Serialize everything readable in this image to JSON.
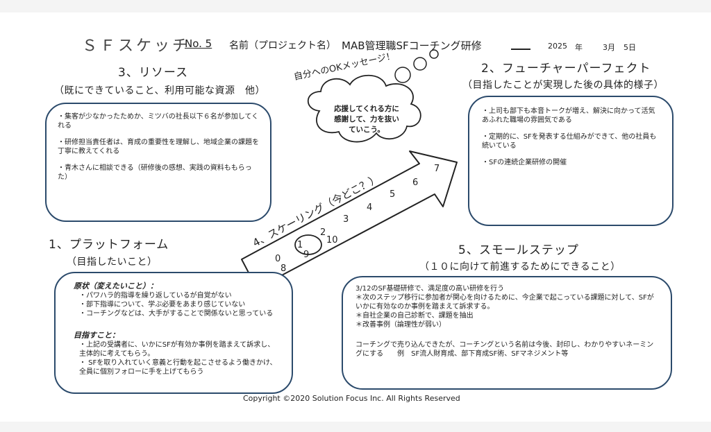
{
  "header": {
    "title": "ＳＦスケッチ",
    "number": "No. 5",
    "name_label": "名前（プロジェクト名）",
    "project_name": "MAB管理職SFコーチング研修",
    "year": "2025",
    "year_unit": "年",
    "month": "3月",
    "day": "5日"
  },
  "resources": {
    "heading": "3、リソース",
    "subheading": "（既にできていること、利用可能な資源　他）",
    "items": [
      "・集客が少なかったためか、ミツバの社長以下６名が参加してくれる",
      "・研修担当責任者は、育成の重要性を理解し、地域企業の課題を丁寧に教えてくれる",
      "・青木さんに相談できる（研修後の感想、実践の資料ももらった）"
    ]
  },
  "ok_message": {
    "label": "自分へのOKメッセージ！",
    "text": "応援してくれる方に感謝して、力を抜いていこう。"
  },
  "future": {
    "heading": "2、フューチャーパーフェクト",
    "subheading": "（目指したことが実現した後の具体的様子）",
    "items": [
      "・上司も部下も本音トークが増え、解決に向かって活気あふれた職場の雰囲気である",
      "・定期的に、SFを発表する仕組みができて、他の社員も続いている",
      "・SFの連続企業研修の開催"
    ]
  },
  "scaling": {
    "label": "4、スケーリング（今どこ？）",
    "numbers": [
      "0",
      "1",
      "2",
      "3",
      "4",
      "5",
      "6",
      "7",
      "8",
      "9",
      "10"
    ],
    "marked": "1"
  },
  "platform": {
    "heading": "1、プラットフォーム",
    "subheading": "（目指したいこと）",
    "current_title": "原状（変えたいこと）：",
    "current_items": [
      "・パワハラ的指導を繰り返しているが自覚がない",
      "・部下指導について、学ぶ必要をあまり感じていない",
      "・コーチングなどは、大手がすることで関係ないと思っている"
    ],
    "goal_title": "目指すこと：",
    "goal_items": [
      "・上記の受講者に、いかにSFが有効か事例を踏まえて訴求し、主体的に考えてもらう。",
      "・ SFを取り入れていく意義と行動を起こさせるよう働きかけ、全員に個別フォローに手を上げてもらう"
    ]
  },
  "small_steps": {
    "heading": "5、スモールステップ",
    "subheading": "（１０に向けて前進するためにできること）",
    "lines": [
      "3/12のSF基礎研修で、満足度の高い研修を行う",
      "＊次のステップ移行に参加者が関心を向けるために、今企業で起こっている課題に対して、SFがいかに有効なのか事例を踏まえて訴求する。",
      "＊自社企業の自己診断で、課題を抽出",
      "＊改善事例（論理性が弱い）"
    ],
    "closing": "コーチングで売り込んできたが、コーチングという名前は今後、封印し、わかりやすいネーミングにする　　例　SF流人財育成、部下育成SF術、SFマネジメント等"
  },
  "footer": {
    "copyright": "Copyright ©2020 Solution Focus Inc. All Rights Reserved"
  },
  "colors": {
    "box_border": "#2b4a6b",
    "line": "#222222"
  }
}
